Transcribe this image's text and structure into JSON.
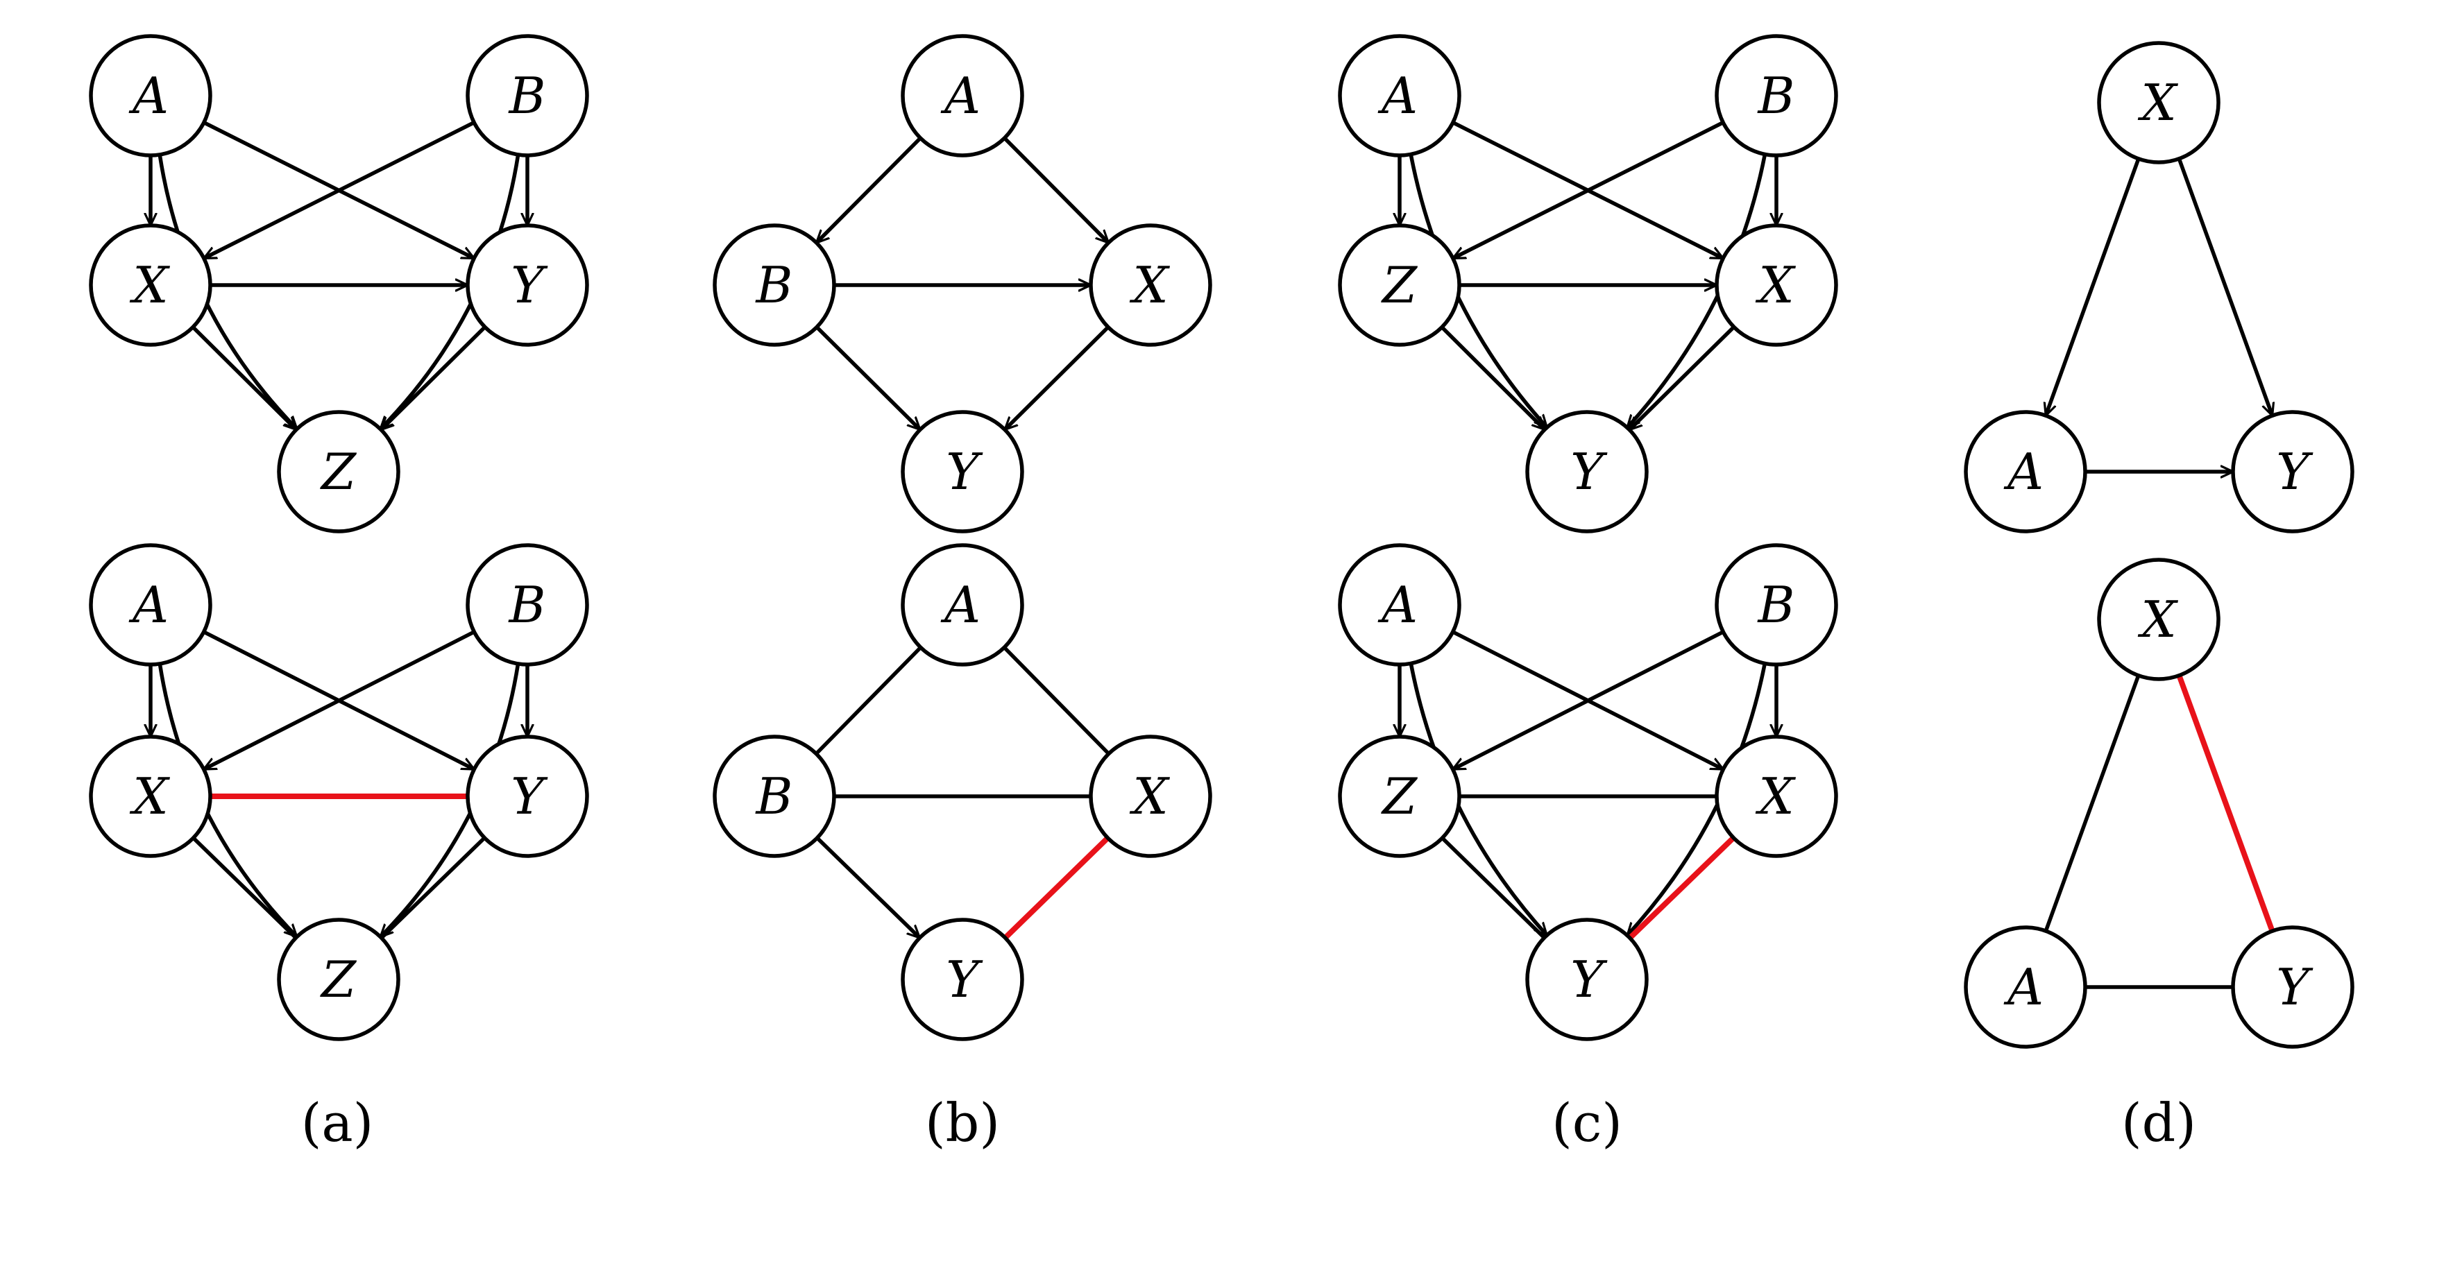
{
  "colors": {
    "edge": "#000000",
    "highlight": "#e8121a",
    "node_fill": "#ffffff"
  },
  "panels": [
    {
      "caption": "(a)",
      "top": {
        "nodes": [
          "A",
          "B",
          "X",
          "Y",
          "Z"
        ],
        "edges": [
          {
            "from": "A",
            "to": "X",
            "type": "directed"
          },
          {
            "from": "A",
            "to": "Y",
            "type": "directed"
          },
          {
            "from": "A",
            "to": "Z",
            "type": "directed"
          },
          {
            "from": "B",
            "to": "X",
            "type": "directed"
          },
          {
            "from": "B",
            "to": "Y",
            "type": "directed"
          },
          {
            "from": "B",
            "to": "Z",
            "type": "directed"
          },
          {
            "from": "X",
            "to": "Y",
            "type": "directed"
          },
          {
            "from": "X",
            "to": "Z",
            "type": "directed"
          },
          {
            "from": "Y",
            "to": "Z",
            "type": "directed"
          }
        ]
      },
      "bottom": {
        "nodes": [
          "A",
          "B",
          "X",
          "Y",
          "Z"
        ],
        "edges": [
          {
            "from": "A",
            "to": "X",
            "type": "directed"
          },
          {
            "from": "A",
            "to": "Y",
            "type": "directed"
          },
          {
            "from": "A",
            "to": "Z",
            "type": "directed"
          },
          {
            "from": "B",
            "to": "X",
            "type": "directed"
          },
          {
            "from": "B",
            "to": "Y",
            "type": "directed"
          },
          {
            "from": "B",
            "to": "Z",
            "type": "directed"
          },
          {
            "from": "X",
            "to": "Y",
            "type": "undirected",
            "highlight": true
          },
          {
            "from": "X",
            "to": "Z",
            "type": "undirected"
          },
          {
            "from": "Y",
            "to": "Z",
            "type": "undirected"
          }
        ]
      }
    },
    {
      "caption": "(b)",
      "top": {
        "nodes": [
          "A",
          "B",
          "X",
          "Y"
        ],
        "edges": [
          {
            "from": "A",
            "to": "B",
            "type": "directed"
          },
          {
            "from": "A",
            "to": "X",
            "type": "directed"
          },
          {
            "from": "B",
            "to": "X",
            "type": "directed"
          },
          {
            "from": "B",
            "to": "Y",
            "type": "directed"
          },
          {
            "from": "X",
            "to": "Y",
            "type": "directed"
          }
        ]
      },
      "bottom": {
        "nodes": [
          "A",
          "B",
          "X",
          "Y"
        ],
        "edges": [
          {
            "from": "A",
            "to": "B",
            "type": "undirected"
          },
          {
            "from": "A",
            "to": "X",
            "type": "undirected"
          },
          {
            "from": "B",
            "to": "X",
            "type": "undirected"
          },
          {
            "from": "B",
            "to": "Y",
            "type": "directed"
          },
          {
            "from": "X",
            "to": "Y",
            "type": "undirected",
            "highlight": true
          }
        ]
      }
    },
    {
      "caption": "(c)",
      "top": {
        "nodes": [
          "A",
          "B",
          "Z",
          "X",
          "Y"
        ],
        "edges": [
          {
            "from": "A",
            "to": "Z",
            "type": "directed"
          },
          {
            "from": "A",
            "to": "X",
            "type": "directed"
          },
          {
            "from": "A",
            "to": "Y",
            "type": "directed"
          },
          {
            "from": "B",
            "to": "Z",
            "type": "directed"
          },
          {
            "from": "B",
            "to": "X",
            "type": "directed"
          },
          {
            "from": "B",
            "to": "Y",
            "type": "directed"
          },
          {
            "from": "Z",
            "to": "X",
            "type": "directed"
          },
          {
            "from": "Z",
            "to": "Y",
            "type": "directed"
          },
          {
            "from": "X",
            "to": "Y",
            "type": "directed"
          }
        ]
      },
      "bottom": {
        "nodes": [
          "A",
          "B",
          "Z",
          "X",
          "Y"
        ],
        "edges": [
          {
            "from": "A",
            "to": "Z",
            "type": "directed"
          },
          {
            "from": "A",
            "to": "X",
            "type": "directed"
          },
          {
            "from": "A",
            "to": "Y",
            "type": "directed"
          },
          {
            "from": "B",
            "to": "Z",
            "type": "directed"
          },
          {
            "from": "B",
            "to": "X",
            "type": "directed"
          },
          {
            "from": "B",
            "to": "Y",
            "type": "directed"
          },
          {
            "from": "Z",
            "to": "X",
            "type": "undirected"
          },
          {
            "from": "Z",
            "to": "Y",
            "type": "undirected"
          },
          {
            "from": "X",
            "to": "Y",
            "type": "undirected",
            "highlight": true
          }
        ]
      }
    },
    {
      "caption": "(d)",
      "top": {
        "nodes": [
          "X",
          "A",
          "Y"
        ],
        "edges": [
          {
            "from": "X",
            "to": "A",
            "type": "directed"
          },
          {
            "from": "X",
            "to": "Y",
            "type": "directed"
          },
          {
            "from": "A",
            "to": "Y",
            "type": "directed"
          }
        ]
      },
      "bottom": {
        "nodes": [
          "X",
          "A",
          "Y"
        ],
        "edges": [
          {
            "from": "X",
            "to": "A",
            "type": "undirected"
          },
          {
            "from": "X",
            "to": "Y",
            "type": "undirected",
            "highlight": true
          },
          {
            "from": "A",
            "to": "Y",
            "type": "undirected"
          }
        ]
      }
    }
  ]
}
